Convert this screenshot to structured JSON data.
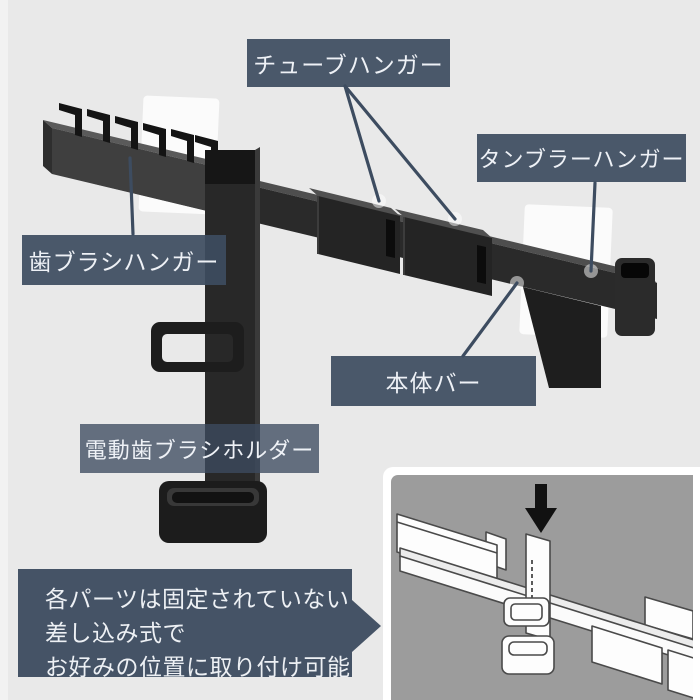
{
  "labels": {
    "tube_hanger": "チューブハンガー",
    "tumbler_hanger": "タンブラーハンガー",
    "toothbrush_hanger": "歯ブラシハンガー",
    "main_bar": "本体バー",
    "electric_holder": "電動歯ブラシホルダー"
  },
  "callout": {
    "lines": [
      "各パーツは固定されていない",
      "差し込み式で",
      "お好みの位置に取り付け可能"
    ]
  },
  "icons": {
    "insert_arrow": "⬇"
  },
  "colors": {
    "background": "#e9e9e9",
    "label_navy": "#3d4c60",
    "label_text": "#eef1f6",
    "product_black": "#262626",
    "product_top_face": "#4e4e4e",
    "adhesive_film": "rgba(255,255,255,0.8)",
    "inset_background": "#9c9c9c",
    "inset_frame": "#ffffff",
    "line_art_stroke": "#4a4a4a"
  }
}
